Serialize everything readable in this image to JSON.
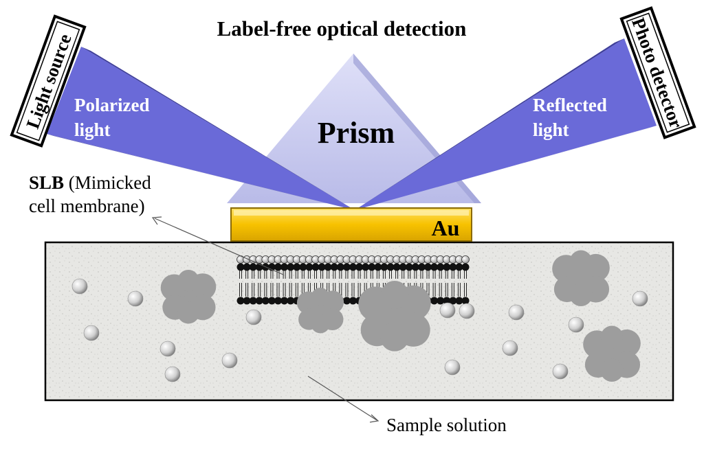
{
  "title": "Label-free optical detection",
  "source_label": "Light source",
  "detector_label": "Photo detector",
  "incident_beam": {
    "line1": "Polarized",
    "line2": "light"
  },
  "reflected_beam": {
    "line1": "Reflected",
    "line2": "light"
  },
  "prism_label": "Prism",
  "gold_label": "Au",
  "slb_annotation": {
    "bold": "SLB",
    "rest_line1": " (Mimicked",
    "line2": "cell membrane)"
  },
  "sample_annotation": "Sample solution",
  "colors": {
    "beam": "#6a6ad8",
    "beam_edge": "#3b3b8c",
    "prism": "#c7c9f0",
    "gold": "#f7c200",
    "solution": "#e6e6e2",
    "lipid": "#111111",
    "protein": "#9d9d9d"
  },
  "icons": [
    "light-source-box",
    "photo-detector-box",
    "lipid-bilayer",
    "protein-blob",
    "nanoparticle-sphere"
  ]
}
